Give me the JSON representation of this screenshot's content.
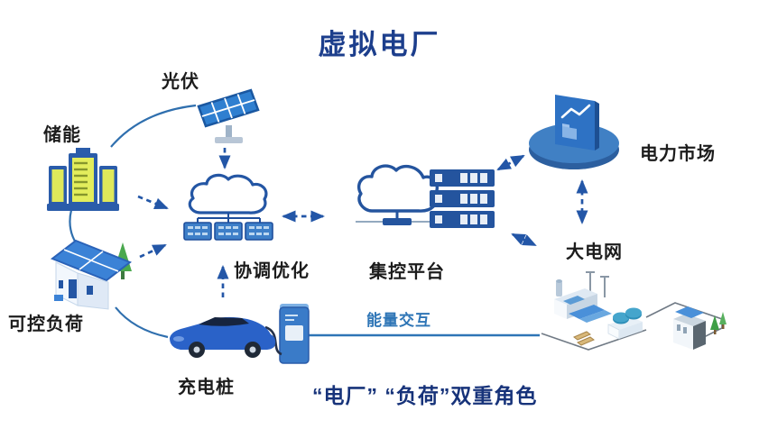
{
  "title": "虚拟电厂",
  "nodes": {
    "solar": {
      "label": "光伏",
      "icon": "solar-panel-icon"
    },
    "storage": {
      "label": "储能",
      "icon": "battery-storage-icon"
    },
    "load": {
      "label": "可控负荷",
      "icon": "solar-house-icon"
    },
    "charger": {
      "label": "充电桩",
      "icon": "ev-car-charging-pile-icon"
    },
    "optimize": {
      "label": "协调优化",
      "icon": "cloud-servers-icon"
    },
    "platform": {
      "label": "集控平台",
      "icon": "cloud-server-rack-icon"
    },
    "market": {
      "label": "电力市场",
      "icon": "market-dashboard-icon"
    },
    "grid": {
      "label": "大电网",
      "icon": "substation-scene-icon"
    }
  },
  "annotations": {
    "energy_exchange_label": "能量交互",
    "caption": "“电厂” “负荷”双重角色"
  },
  "connections": [
    {
      "from": "光伏",
      "to": "协调优化",
      "style": "dashed-arrow"
    },
    {
      "from": "储能",
      "to": "协调优化",
      "style": "dashed-arrow"
    },
    {
      "from": "可控负荷",
      "to": "协调优化",
      "style": "dashed-arrow"
    },
    {
      "from": "充电桩",
      "to": "协调优化",
      "style": "dashed-arrow"
    },
    {
      "from": "协调优化",
      "to": "集控平台",
      "style": "dashed-double-arrow"
    },
    {
      "from": "集控平台",
      "to": "电力市场",
      "style": "dashed-double-arrow"
    },
    {
      "from": "电力市场",
      "to": "大电网",
      "style": "dashed-double-arrow"
    },
    {
      "from": "集控平台",
      "to": "大电网",
      "style": "dashed-double-arrow"
    },
    {
      "from": "储能",
      "to": "光伏",
      "style": "solid-curve"
    },
    {
      "from": "储能",
      "to": "可控负荷",
      "style": "solid-curve"
    },
    {
      "from": "可控负荷",
      "to": "充电桩",
      "style": "solid-curve"
    },
    {
      "from": "充电桩",
      "to": "大电网",
      "style": "solid-line",
      "label": "能量交互"
    }
  ],
  "colors": {
    "title_text": "#1c3e8c",
    "caption_text": "#17337a",
    "label_text": "#1c1c1c",
    "arrow_blue": "#2356a7",
    "link_blue": "#2e75b6",
    "icon_blue": "#3a7bc8",
    "icon_dark_blue": "#24549e",
    "battery_yellow": "#e3ed5c",
    "tree_green": "#4aa84e"
  }
}
